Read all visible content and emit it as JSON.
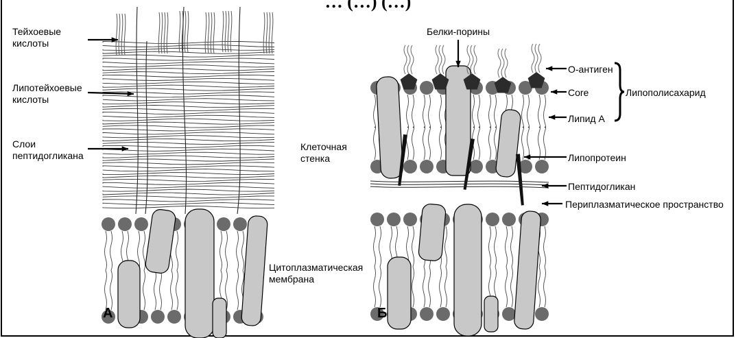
{
  "title": "…                   (…)                        (…)                ",
  "labels": {
    "teichoic": "Тейхоевые\nкислоты",
    "lipoteichoic": "Липотейхоевые\nкислоты",
    "peptidoglycan_layers": "Слои\nпептидогликана",
    "cell_wall": "Клеточная\nстенка",
    "cytoplasmic_membrane": "Цитоплазматическая\nмембрана",
    "porins": "Белки-порины",
    "o_antigen": "О-антиген",
    "core": "Core",
    "lipid_a": "Липид А",
    "lps": "Липополисахарид",
    "lipoprotein": "Липопротеин",
    "peptidoglycan": "Пептидогликан",
    "periplasm": "Периплазматическое пространство"
  },
  "panels": {
    "a": "А",
    "b": "Б"
  },
  "colors": {
    "head": "#6b6b6b",
    "protein": "#c8c8c8",
    "pentagon": "#2b2b2b",
    "line": "#000000"
  }
}
